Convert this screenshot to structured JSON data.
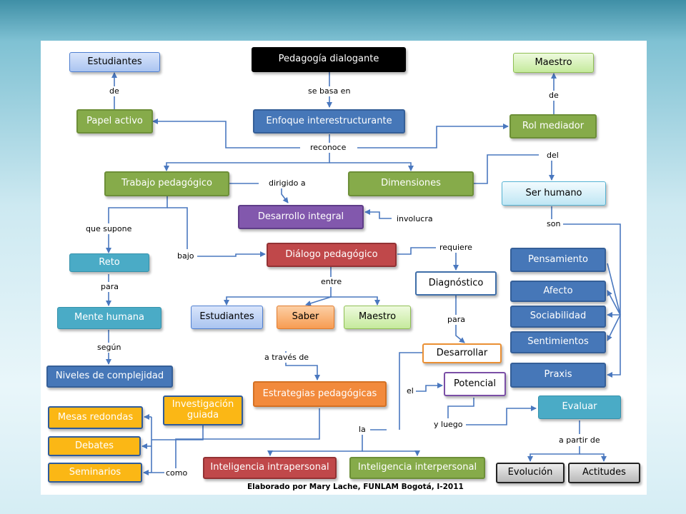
{
  "nodes": {
    "pedagogia": "Pedagogía dialogante",
    "estudiantes_top": "Estudiantes",
    "maestro_top": "Maestro",
    "papel_activo": "Papel activo",
    "enfoque": "Enfoque interestructurante",
    "rol_mediador": "Rol mediador",
    "trabajo": "Trabajo pedagógico",
    "dimensiones": "Dimensiones",
    "ser_humano": "Ser humano",
    "desarrollo": "Desarrollo integral",
    "reto": "Reto",
    "dialogo": "Diálogo pedagógico",
    "diagnostico": "Diagnóstico",
    "pensamiento": "Pensamiento",
    "afecto": "Afecto",
    "sociabilidad": "Sociabilidad",
    "sentimientos": "Sentimientos",
    "praxis": "Praxis",
    "mente": "Mente humana",
    "estudiantes_mid": "Estudiantes",
    "saber": "Saber",
    "maestro_mid": "Maestro",
    "desarrollar": "Desarrollar",
    "niveles": "Niveles de complejidad",
    "potencial": "Potencial",
    "estrategias": "Estrategias pedagógicas",
    "investigacion": "Investigación guiada",
    "mesas": "Mesas redondas",
    "debates": "Debates",
    "seminarios": "Seminarios",
    "evaluar": "Evaluar",
    "intra": "Inteligencia intrapersonal",
    "inter": "Inteligencia interpersonal",
    "evolucion": "Evolución",
    "actitudes": "Actitudes"
  },
  "links": {
    "de_1": "de",
    "se_basa_en": "se basa en",
    "de_2": "de",
    "reconoce": "reconoce",
    "del": "del",
    "dirigido_a": "dirigido a",
    "involucra": "involucra",
    "que_supone": "que supone",
    "son": "son",
    "bajo": "bajo",
    "requiere": "requiere",
    "para_1": "para",
    "entre": "entre",
    "para_2": "para",
    "segun": "según",
    "a_traves_de": "a través de",
    "el": "el",
    "y_luego": "y luego",
    "la": "la",
    "a_partir_de": "a partir de",
    "como": "como"
  },
  "credit": "Elaborado por Mary Lache, FUNLAM Bogotá, I-2011",
  "colors": {
    "connector": "#4a78bf",
    "black_node": "#000000",
    "green_node": "#86ab4a",
    "blue_node": "#4677b8",
    "purple_node": "#8258ad",
    "red_node": "#c0484a",
    "teal_node": "#4aabc6",
    "orange_node": "#f28a3c",
    "yellow_node": "#fbb715"
  }
}
